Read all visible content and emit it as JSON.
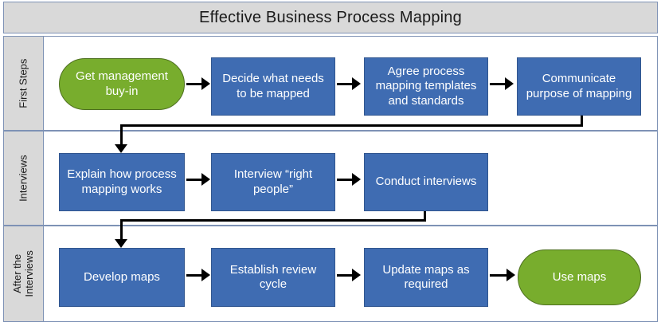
{
  "title": "Effective Business Process Mapping",
  "colors": {
    "process_fill": "#3f6cb2",
    "terminator_fill": "#78ad2d",
    "lane_label_fill": "#d9d9d9",
    "frame_border": "#7e92b5",
    "connector": "#000000",
    "node_text": "#ffffff"
  },
  "lanes": [
    {
      "label": "First Steps",
      "nodes": [
        {
          "text": "Get management buy-in",
          "shape": "terminator"
        },
        {
          "text": "Decide what needs to be mapped",
          "shape": "process"
        },
        {
          "text": "Agree process mapping templates and standards",
          "shape": "process"
        },
        {
          "text": "Communicate purpose of mapping",
          "shape": "process"
        }
      ]
    },
    {
      "label": "Interviews",
      "nodes": [
        {
          "text": "Explain how process mapping works",
          "shape": "process"
        },
        {
          "text": "Interview “right people”",
          "shape": "process"
        },
        {
          "text": "Conduct interviews",
          "shape": "process"
        }
      ]
    },
    {
      "label_line1": "After the",
      "label_line2": "Interviews",
      "label": "After the Interviews",
      "nodes": [
        {
          "text": "Develop maps",
          "shape": "process"
        },
        {
          "text": "Establish review cycle",
          "shape": "process"
        },
        {
          "text": "Update maps as required",
          "shape": "process"
        },
        {
          "text": "Use maps",
          "shape": "terminator"
        }
      ]
    }
  ]
}
